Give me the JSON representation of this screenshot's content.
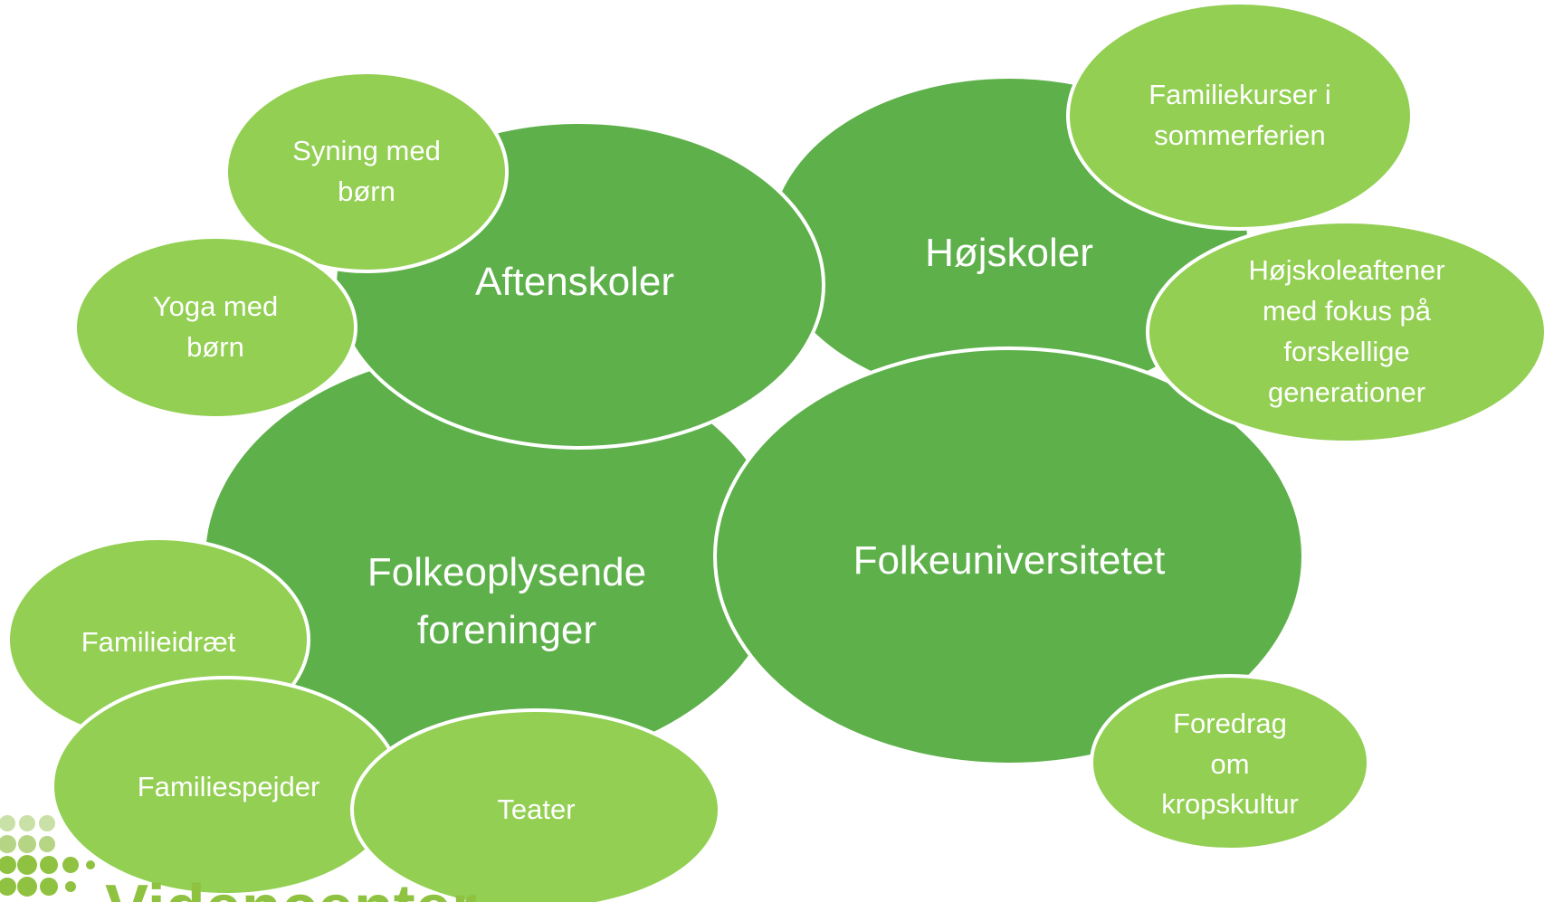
{
  "colors": {
    "main_fill": "#5db04a",
    "sub_fill": "#92cf52",
    "stroke": "#ffffff",
    "text": "#ffffff",
    "logo": "#8fc241"
  },
  "main_nodes": {
    "aftenskoler": "Aftenskoler",
    "hojskoler": "Højskoler",
    "folkeoplysende": "Folkeoplysende\nforeninger",
    "folkeuniversitetet": "Folkeuniversitetet"
  },
  "sub_nodes": {
    "syning": "Syning med\nbørn",
    "yoga": "Yoga med\nbørn",
    "familiekurser": "Familiekurser i\nsommerferien",
    "hojskoleaftener": "Højskoleaftener\nmed fokus på\nforskellige\ngenerationer",
    "familieidraet": "Familieidræt",
    "familiespejder": "Familiespejder",
    "teater": "Teater",
    "foredrag": "Foredrag\nom\nkropskultur"
  },
  "logo": {
    "text": "Videncenter"
  }
}
